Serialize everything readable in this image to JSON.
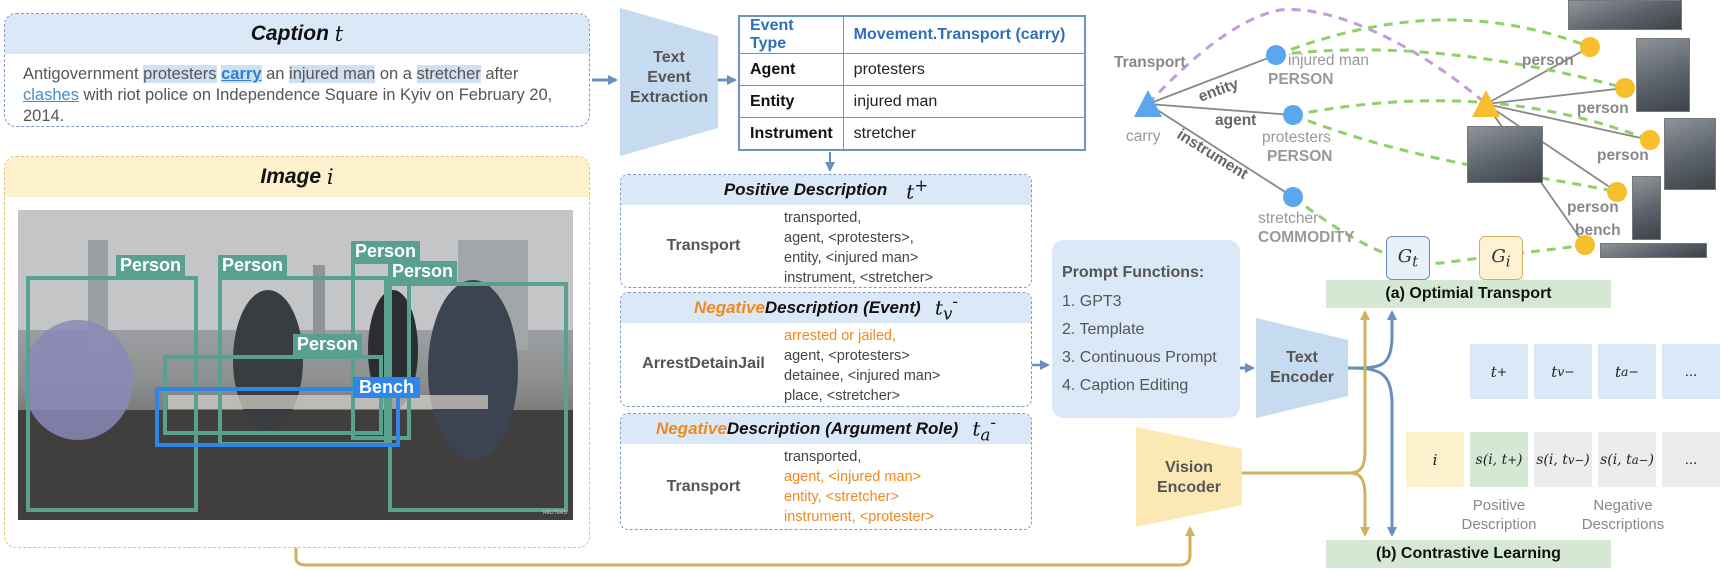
{
  "caption": {
    "title": "Caption",
    "symbol": "t",
    "text_1": "Antigovernment ",
    "protesters": "protesters",
    "carry": "carry",
    "text_2": " an ",
    "injured_man": "injured man",
    "text_3": " on a ",
    "stretcher": "stretcher",
    "text_4": " after",
    "clashes": "clashes",
    "text_5": " with riot police on Independence Square in Kyiv on February 20, 2014."
  },
  "image_panel": {
    "title": "Image",
    "symbol": "i",
    "boxes": [
      {
        "label": "Person",
        "color": "#5aa08e"
      },
      {
        "label": "Person",
        "color": "#5aa08e"
      },
      {
        "label": "Person",
        "color": "#5aa08e"
      },
      {
        "label": "Person",
        "color": "#5aa08e"
      },
      {
        "label": "Person",
        "color": "#5aa08e"
      },
      {
        "label": "Bench",
        "color": "#2f86e8"
      }
    ],
    "watermark": "REUTERS"
  },
  "text_event_extraction": {
    "line1": "Text",
    "line2": "Event",
    "line3": "Extraction"
  },
  "event_table": {
    "header_key": "Event Type",
    "header_value": "Movement.Transport (carry)",
    "rows": [
      {
        "key": "Agent",
        "value": "protesters"
      },
      {
        "key": "Entity",
        "value": "injured man"
      },
      {
        "key": "Instrument",
        "value": "stretcher"
      }
    ]
  },
  "positive_desc": {
    "title": "Positive Description",
    "symbol": "t",
    "sup": "+",
    "label": "Transport",
    "lines": [
      "transported,",
      "agent, <protesters>,",
      "entity, <injured man>",
      "instrument, <stretcher>"
    ]
  },
  "negative_event": {
    "title_neg": "Negative",
    "title_rest": " Description (Event)",
    "symbol": "t",
    "sub": "v",
    "sup": "-",
    "label": "ArrestDetainJail",
    "lines": [
      "arrested or jailed,",
      "agent, <protesters>",
      "detainee, <injured man>",
      "place, <stretcher>"
    ]
  },
  "negative_arg": {
    "title_neg": "Negative",
    "title_rest": " Description (Argument Role)",
    "symbol": "t",
    "sub": "a",
    "sup": "-",
    "label": "Transport",
    "lines": [
      "transported,",
      "agent, <injured man>",
      "entity, <stretcher>",
      "instrument, <protester>"
    ]
  },
  "prompt_functions": {
    "title": "Prompt Functions:",
    "items": [
      "1. GPT3",
      "2. Template",
      "3. Continuous Prompt",
      "4. Caption Editing"
    ]
  },
  "text_encoder": {
    "line1": "Text",
    "line2": "Encoder"
  },
  "vision_encoder": {
    "line1": "Vision",
    "line2": "Encoder"
  },
  "graph": {
    "trigger": "carry",
    "transport": "Transport",
    "edges": [
      "entity",
      "agent",
      "instrument"
    ],
    "nodes": [
      {
        "name": "injured man",
        "type": "PERSON"
      },
      {
        "name": "protesters",
        "type": "PERSON"
      },
      {
        "name": "stretcher",
        "type": "COMMODITY"
      }
    ],
    "image_nodes": [
      "person",
      "person",
      "person",
      "person",
      "bench"
    ],
    "gt": "G",
    "gt_sub": "t",
    "gi": "G",
    "gi_sub": "i"
  },
  "sections": {
    "optimal_transport": "(a) Optimial Transport",
    "contrastive": "(b) Contrastive Learning"
  },
  "matrix": {
    "top": [
      {
        "s": "t",
        "sub": "",
        "sup": "+"
      },
      {
        "s": "t",
        "sub": "v",
        "sup": "−"
      },
      {
        "s": "t",
        "sub": "a",
        "sup": "−"
      },
      {
        "s": "...",
        "sub": "",
        "sup": ""
      }
    ],
    "left": "i",
    "scores": [
      {
        "txt": "s(i, t",
        "sub": "",
        "sup": "+",
        "end": ")"
      },
      {
        "txt": "s(i, t",
        "sub": "v",
        "sup": "−",
        "end": ")"
      },
      {
        "txt": "s(i, t",
        "sub": "a",
        "sup": "−",
        "end": ")"
      },
      {
        "txt": "...",
        "sub": "",
        "sup": "",
        "end": ""
      }
    ],
    "positive_label": "Positive Description",
    "negative_label": "Negative Descriptions"
  },
  "colors": {
    "blue_light": "#dbe8f7",
    "yellow_light": "#fdf0cc",
    "green_light": "#d5e8d4",
    "arrow_blue": "#6a8fbf",
    "arrow_gold": "#cfb35c",
    "orange": "#f08a1e",
    "node_blue": "#5aa7ee",
    "node_yellow": "#f7bf2d"
  }
}
